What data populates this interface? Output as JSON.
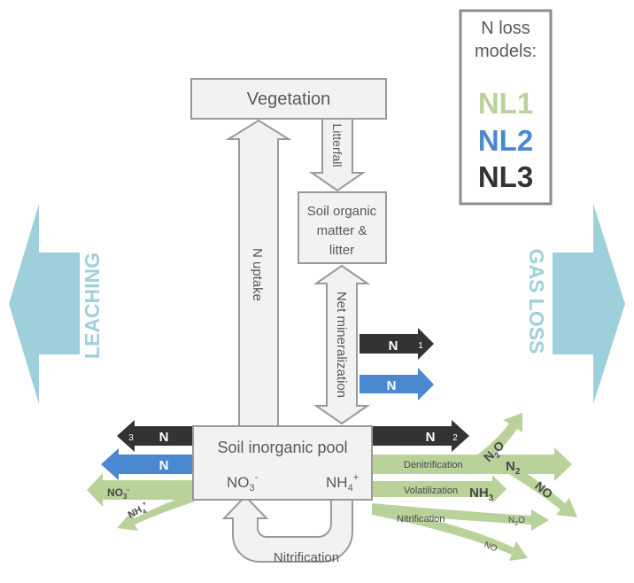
{
  "legend": {
    "title_line1": "N loss",
    "title_line2": "models:",
    "models": [
      {
        "label": "NL1",
        "color": "#b8d29a"
      },
      {
        "label": "NL2",
        "color": "#4a88cf"
      },
      {
        "label": "NL3",
        "color": "#333333"
      }
    ]
  },
  "side_labels": {
    "leaching": "LEACHING",
    "gas_loss": "GAS LOSS"
  },
  "boxes": {
    "vegetation": "Vegetation",
    "som_line1": "Soil organic",
    "som_line2": "matter &",
    "som_line3": "litter",
    "soil_pool": "Soil inorganic pool",
    "no3": "NO",
    "no3_sub": "3",
    "no3_sup": "-",
    "nh4": "NH",
    "nh4_sub": "4",
    "nh4_sup": "+"
  },
  "flows": {
    "litterfall": "Litterfall",
    "n_uptake": "N uptake",
    "net_mineralization": "Net mineralization",
    "nitrification_loop": "Nitrification"
  },
  "loss_arrows": {
    "n": "N",
    "mineralization_nl3_index": "1",
    "gas_nl3_index": "2",
    "leach_nl3_index": "3"
  },
  "nl1_losses": {
    "denitrification": "Denitrification",
    "volatilization": "Volatilization",
    "nitrification": "Nitrification",
    "n2": "N",
    "n2_sub": "2",
    "n2o": "N",
    "n2o_sub": "2",
    "n2o_o": "O",
    "no": "NO",
    "nh3": "NH",
    "nh3_sub": "3",
    "small_n2o": "N",
    "small_n2o_sub": "2",
    "small_n2o_o": "O",
    "small_no": "NO",
    "leach_no3": "NO",
    "leach_no3_sub": "3",
    "leach_no3_sup": "-",
    "leach_nh4": "NH",
    "leach_nh4_sub": "4",
    "leach_nh4_sup": "+"
  },
  "colors": {
    "nl1": "#b8d29a",
    "nl2": "#4a88cf",
    "nl3": "#333333",
    "side_arrow": "#9ed0dc",
    "box_fill": "#f2f2f2",
    "box_stroke": "#9a9a9a",
    "text_dark": "#595959"
  }
}
